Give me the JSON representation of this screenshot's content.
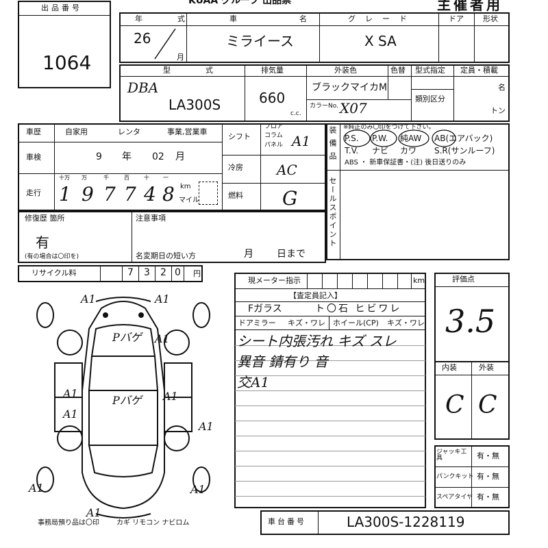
{
  "header": {
    "org": "KUAA グループ 出品票",
    "host_use": "主催者用"
  },
  "lot": {
    "label": "出品番号",
    "value": "1064"
  },
  "year": {
    "label": "年　式",
    "era": "26",
    "month_unit": "月"
  },
  "name": {
    "label": "車　名",
    "value": "ミライース"
  },
  "grade": {
    "label": "グレード",
    "value": "X SA"
  },
  "door": {
    "label": "ドア"
  },
  "body_shape": {
    "label": "形状"
  },
  "model": {
    "label": "型　式",
    "prefix": "DBA",
    "value": "LA300S"
  },
  "displacement": {
    "label": "排気量",
    "value": "660",
    "unit": "c.c."
  },
  "exterior": {
    "label": "外装色",
    "value": "ブラックマイカM",
    "color_no_label": "カラーNo.",
    "color_no": "X07"
  },
  "color_label": "色替",
  "model_designation": {
    "label": "型式指定",
    "category_label": "類別区分"
  },
  "capacity": {
    "label": "定員・積載",
    "unit1": "名",
    "unit2": "トン"
  },
  "history": {
    "label": "車歴",
    "options": [
      "自家用",
      "レンタ",
      "事業,営業車"
    ]
  },
  "inspection": {
    "label": "車検",
    "year": "9",
    "year_unit": "年",
    "month": "02",
    "month_unit": "月"
  },
  "mileage": {
    "label": "走行",
    "digits_labels": [
      "十万",
      "万",
      "千",
      "百",
      "十",
      "一"
    ],
    "digits": [
      "1",
      "9",
      "7",
      "7",
      "4",
      "8"
    ],
    "unit_km": "km",
    "unit_mile": "マイル"
  },
  "shift": {
    "label": "シフト",
    "opts": [
      "フロア",
      "コラム",
      "パネル"
    ],
    "value": "A1"
  },
  "ac": {
    "label": "冷房",
    "value": "AC"
  },
  "fuel": {
    "label": "燃料",
    "value": "G"
  },
  "equipment": {
    "label": "装備品",
    "note": "※純正のみ〇印をつけて下さい。",
    "row1": [
      "P.S.",
      "P.W.",
      "純AW",
      "AB(エアバック)"
    ],
    "row2": [
      "T.V.",
      "ナビ",
      "カワ",
      "S.R(サンルーフ)"
    ],
    "row3": "ABS ・ 新車保証書・(注) 後日送りのみ"
  },
  "sales_point": "セールスポイント",
  "repair": {
    "label": "修復歴 箇所",
    "value": "有",
    "note": "(有の場合は〇印を)"
  },
  "notes": {
    "label": "注意事項",
    "reg_label": "名変期日の短い方",
    "month": "月",
    "day": "日まで"
  },
  "recycle": {
    "label": "リサイクル料",
    "digits": [
      "7",
      "3",
      "2",
      "0"
    ],
    "unit": "円"
  },
  "meter": {
    "label": "現メーター指示",
    "unit": "km"
  },
  "inspector": {
    "title": "【査定員記入】",
    "glass": "Fガラス",
    "glass_opts": "ト〇石 ヒビワレ",
    "mirror": "ドアミラー",
    "mirror_opts": "キズ・ワレ",
    "wheel": "ホイール(CP)",
    "wheel_opts": "キズ・ワレ"
  },
  "remarks": [
    "シート内張汚れ キズ スレ",
    "異音 錆有り 音",
    "交A1"
  ],
  "score": {
    "label": "評価点",
    "value": "3.5"
  },
  "interior": {
    "label": "内装",
    "value": "C"
  },
  "exterior_grade": {
    "label": "外装",
    "value": "C"
  },
  "accessories": [
    {
      "label": "ジャッキ工具",
      "value": "有・無"
    },
    {
      "label": "パンクキット",
      "value": "有・無"
    },
    {
      "label": "スペアタイヤ",
      "value": "有・無"
    }
  ],
  "chassis": {
    "label": "車台番号",
    "value": "LA300S-1228119"
  },
  "office_keys": {
    "label": "事務局預り品は〇印",
    "items": "カギ リモコン ナビロム"
  },
  "diagram_marks": [
    "A1",
    "A1",
    "A1",
    "A1",
    "A1",
    "A1",
    "A1",
    "A1",
    "A1",
    "A1",
    "Pバゲ",
    "Pバゲ"
  ]
}
